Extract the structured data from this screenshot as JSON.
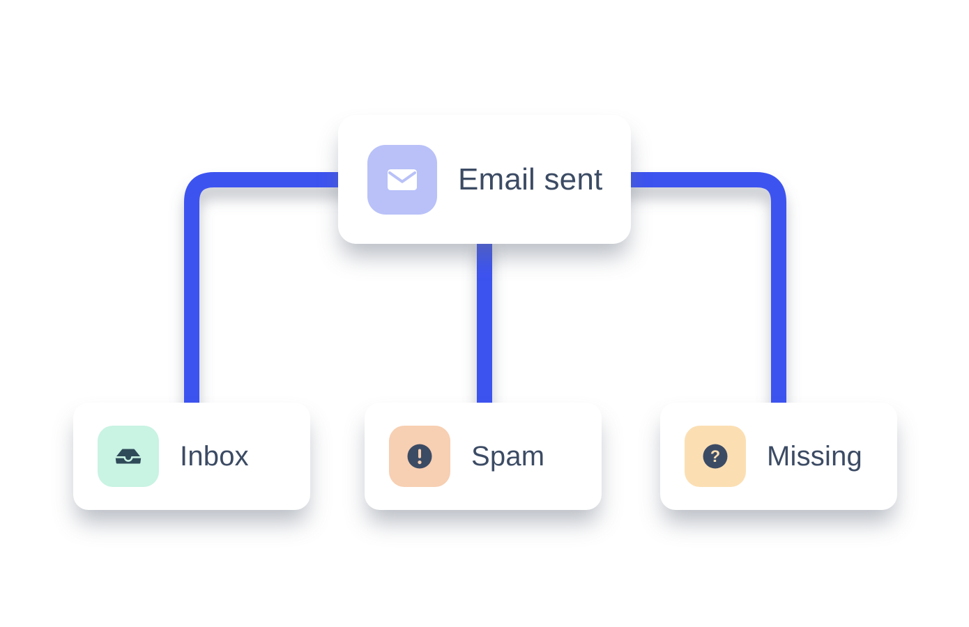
{
  "diagram": {
    "root": {
      "label": "Email sent",
      "icon": "envelope-icon"
    },
    "children": [
      {
        "label": "Inbox",
        "icon": "inbox-icon"
      },
      {
        "label": "Spam",
        "icon": "exclamation-icon"
      },
      {
        "label": "Missing",
        "icon": "question-icon"
      }
    ],
    "question_glyph": "?",
    "colors": {
      "connector_blue": "#3d53f0",
      "label_text": "#3c4b64",
      "root_icon_bg": "#b9c1f8",
      "root_icon_fg": "#ffffff",
      "inbox_icon_bg": "#c9f3e3",
      "inbox_icon_fg": "#2f4a58",
      "spam_icon_bg": "#f7cfb2",
      "missing_icon_bg": "#fbdfb3",
      "badge_fg": "#3c4b64"
    }
  }
}
